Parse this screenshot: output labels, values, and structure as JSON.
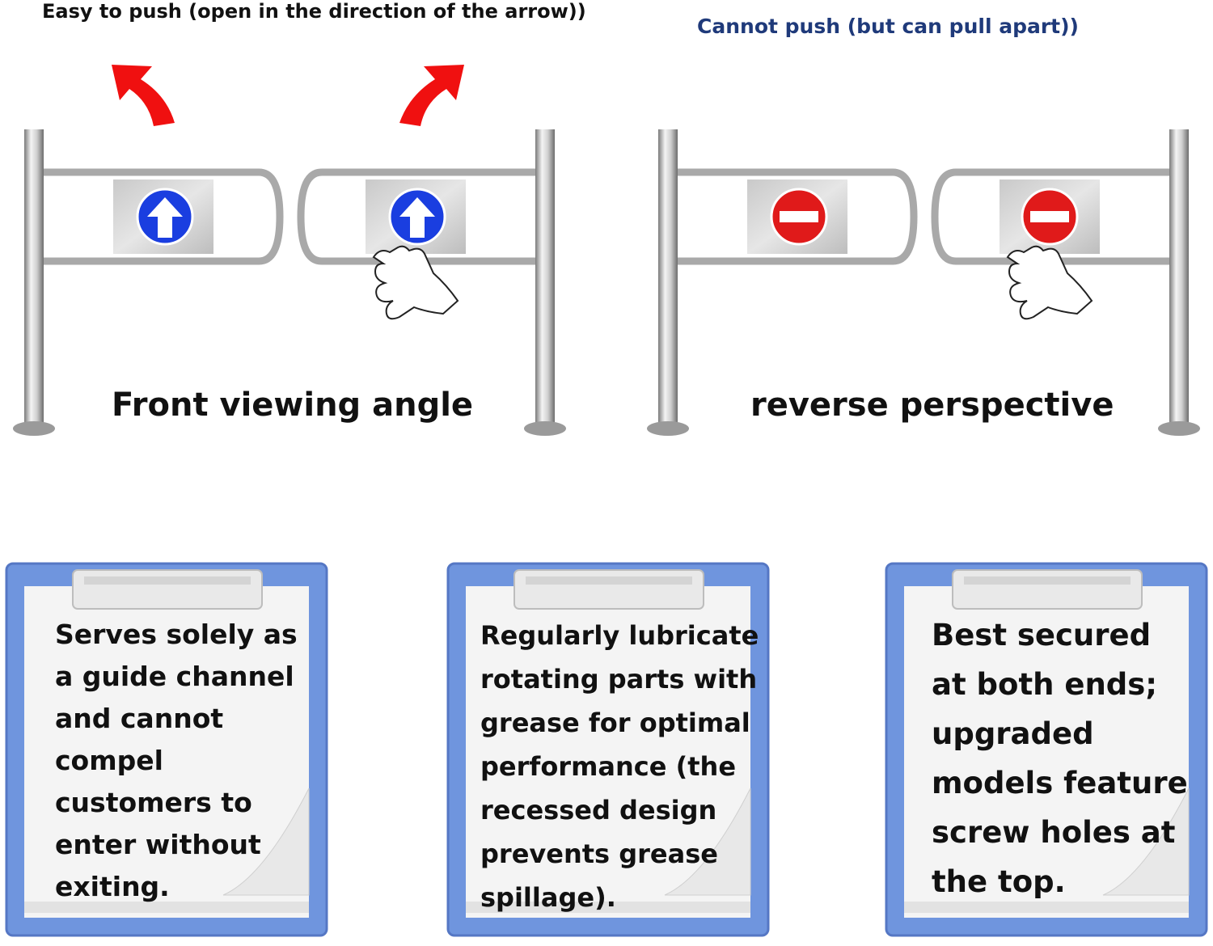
{
  "captions": {
    "push_direction": "Easy to push (open in the direction of the arrow))",
    "no_push": "Cannot push (but can pull apart))"
  },
  "views": {
    "front": "Front viewing angle",
    "reverse": "reverse perspective"
  },
  "notes": [
    {
      "text": "Serves solely as a guide channel and cannot compel customers to enter without exiting."
    },
    {
      "text": "Regularly lubricate rotating parts with grease for optimal performance (the recessed design prevents grease spillage)."
    },
    {
      "text": "Best secured at both ends; upgraded models feature screw holes at the top."
    }
  ],
  "colors": {
    "arrow_sign": "#1a3ee0",
    "stop_sign": "#e01a1a",
    "push_arrow": "#f01010",
    "clipboard": "#6f95de"
  },
  "icons": [
    "push-arrow-icon",
    "up-arrow-sign-icon",
    "no-entry-sign-icon",
    "hand-icon",
    "clipboard-icon"
  ]
}
